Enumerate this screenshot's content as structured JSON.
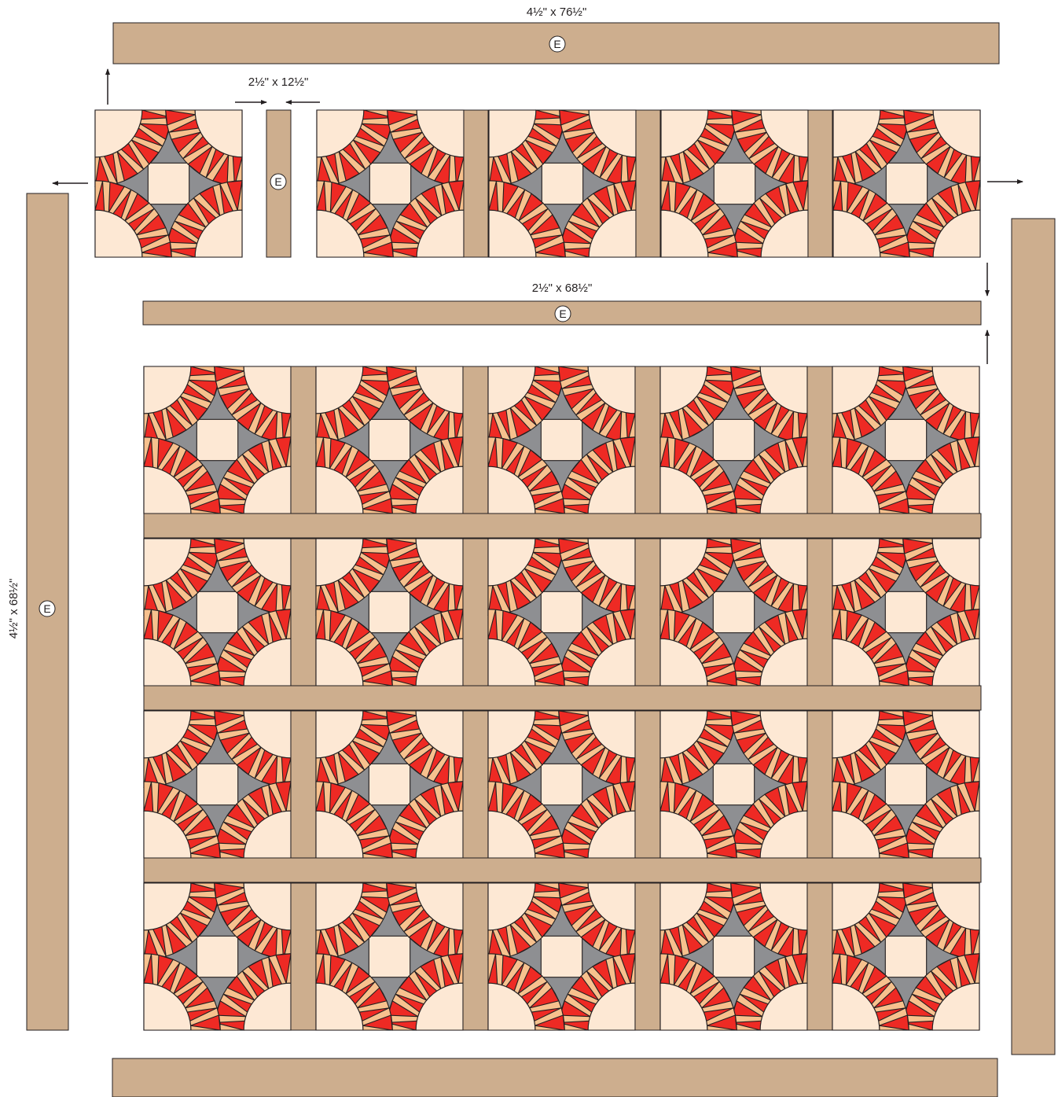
{
  "labels": {
    "top_border": "4½\" x 76½\"",
    "block_sash": "2½\" x 12½\"",
    "row_sash": "2½\" x 68½\"",
    "side_border": "4½\" x 68½\""
  },
  "piece_letter": "E",
  "layout": {
    "blocks_per_row": 5,
    "assembled_rows": 4
  },
  "colors": {
    "background_fabric": "#fde8d4",
    "arc_red": "#ee2a24",
    "arc_peach": "#f7c18e",
    "center_gray": "#8e8f92",
    "sashing": "#cdae8e",
    "outline": "#231f20"
  },
  "icons": [
    "arrow-icon",
    "piece-label-circle-icon"
  ]
}
